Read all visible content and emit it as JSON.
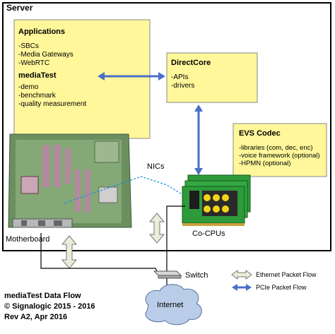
{
  "server": {
    "title": "Server"
  },
  "apps_callout": {
    "heading": "Applications",
    "items": [
      "-SBCs",
      "-Media Gateways",
      "-WebRTC"
    ],
    "mediatest_heading": "mediaTest",
    "mediatest_items": [
      "-demo",
      "-benchmark",
      "-quality measurement"
    ]
  },
  "directcore": {
    "heading": "DirectCore",
    "items": [
      "-APIs",
      "-drivers"
    ]
  },
  "evs": {
    "heading": "EVS Codec",
    "items": [
      "-libraries (com, dec, enc)",
      "-voice framework (optional)",
      "-HPMN (optional)"
    ]
  },
  "labels": {
    "nics": "NICs",
    "motherboard": "Motherboard",
    "cocpus": "Co-CPUs",
    "switch": "Switch",
    "internet": "Internet"
  },
  "legend": {
    "ethernet": "Ethernet Packet Flow",
    "pcie": "PCIe Packet Flow"
  },
  "footer": {
    "line1": "mediaTest Data Flow",
    "line2": "© Signalogic 2015 - 2016",
    "line3": "Rev A2, Apr 2016"
  },
  "colors": {
    "callout_fill": "#fff79a",
    "pcie_arrow": "#4a6fc7",
    "ethernet_arrow_fill": "#e8eed8",
    "board_green": "#2e9a3a",
    "chip_yellow": "#f4d417",
    "nic_dash": "#1a8fd8"
  }
}
